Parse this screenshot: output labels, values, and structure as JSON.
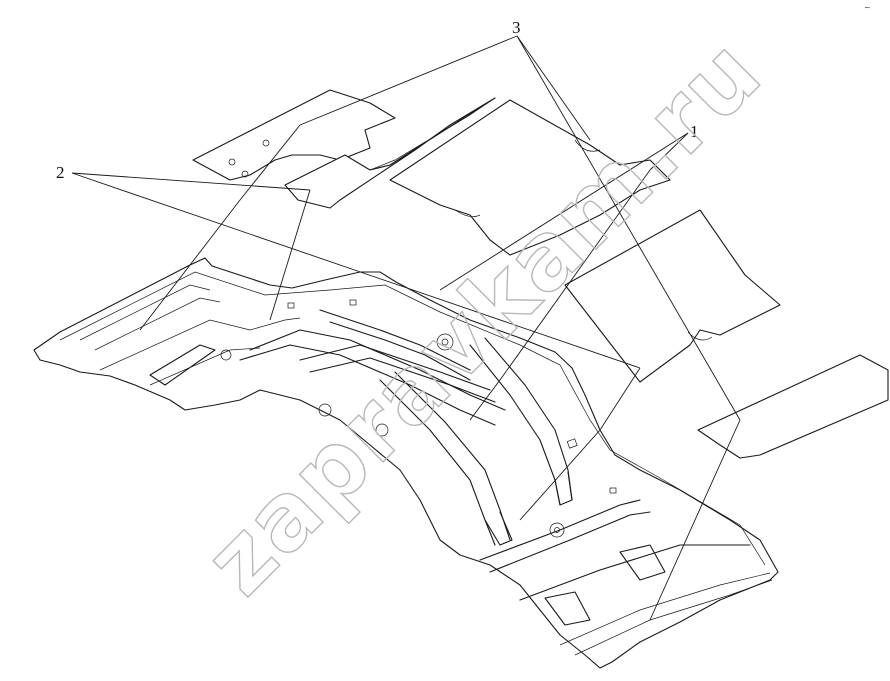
{
  "callouts": [
    {
      "id": "1",
      "label": "1"
    },
    {
      "id": "2",
      "label": "2"
    },
    {
      "id": "3",
      "label": "3"
    }
  ],
  "watermark": {
    "text": "zapravkam.ru"
  },
  "corner_mark": {
    "text": "~"
  }
}
